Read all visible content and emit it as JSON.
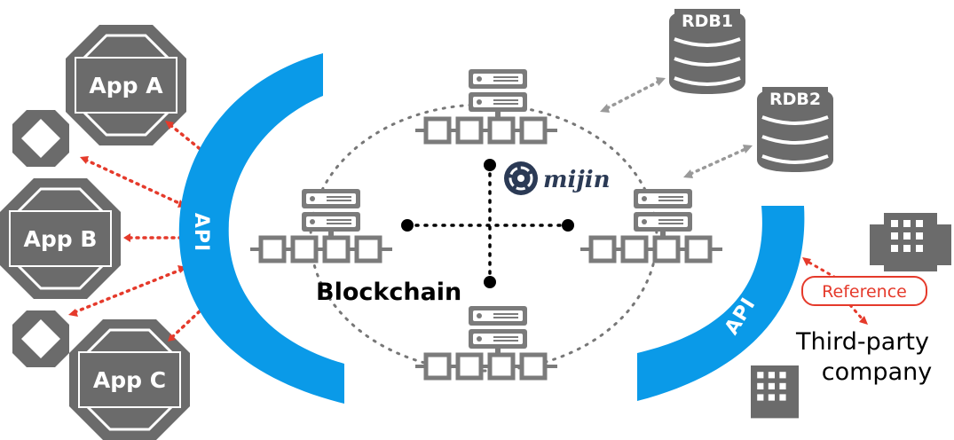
{
  "apps": {
    "app_a": "App A",
    "app_b": "App B",
    "app_c": "App C"
  },
  "api": {
    "left_label": "API",
    "right_label": "API"
  },
  "databases": {
    "rdb1": "RDB1",
    "rdb2": "RDB2"
  },
  "network": {
    "label": "Blockchain",
    "logo_text": "mijin"
  },
  "third_party": {
    "reference_label": "Reference",
    "line1": "Third-party",
    "line2": "company"
  },
  "colors": {
    "api_blue": "#0a9ae8",
    "node_gray": "#7b7b7b",
    "arrow_red": "#e53a2b",
    "dotted_gray": "#888888"
  }
}
